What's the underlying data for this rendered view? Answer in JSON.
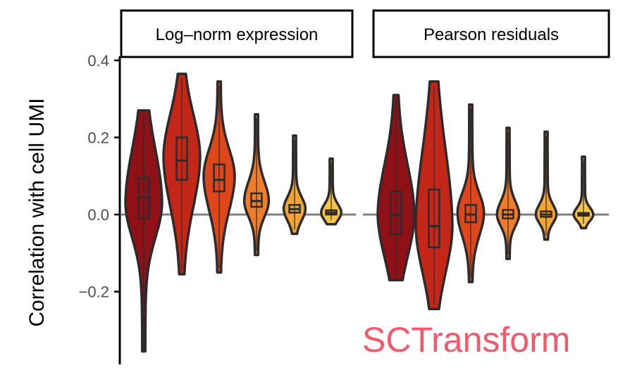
{
  "chart_data": {
    "type": "violin",
    "ylabel": "Correlation with cell UMI",
    "ylim": [
      -0.36,
      0.42
    ],
    "yticks": [
      {
        "value": 0.4,
        "label": "0.4"
      },
      {
        "value": 0.2,
        "label": "0.2"
      },
      {
        "value": 0.0,
        "label": "0.0"
      },
      {
        "value": -0.2,
        "label": "−0.2"
      }
    ],
    "reference_line": 0.0,
    "panels": [
      {
        "label": "Log–norm expression",
        "violins": [
          {
            "min": -0.355,
            "q1": -0.01,
            "median": 0.045,
            "q3": 0.095,
            "max": 0.27,
            "max_density_at": 0.03,
            "color": "#8f1117"
          },
          {
            "min": -0.155,
            "q1": 0.09,
            "median": 0.14,
            "q3": 0.2,
            "max": 0.365,
            "max_density_at": 0.15,
            "color": "#c42718"
          },
          {
            "min": -0.15,
            "q1": 0.06,
            "median": 0.09,
            "q3": 0.13,
            "max": 0.345,
            "max_density_at": 0.1,
            "color": "#e0461b"
          },
          {
            "min": -0.105,
            "q1": 0.02,
            "median": 0.035,
            "q3": 0.055,
            "max": 0.26,
            "max_density_at": 0.035,
            "color": "#f17d2b"
          },
          {
            "min": -0.05,
            "q1": 0.005,
            "median": 0.014,
            "q3": 0.025,
            "max": 0.205,
            "max_density_at": 0.015,
            "color": "#f4a433"
          },
          {
            "min": -0.025,
            "q1": 0.0,
            "median": 0.005,
            "q3": 0.011,
            "max": 0.145,
            "max_density_at": 0.005,
            "color": "#f8c34a"
          }
        ]
      },
      {
        "label": "Pearson residuals",
        "violins": [
          {
            "min": -0.17,
            "q1": -0.05,
            "median": 0.0,
            "q3": 0.06,
            "max": 0.31,
            "max_density_at": 0.0,
            "color": "#8f1117"
          },
          {
            "min": -0.245,
            "q1": -0.085,
            "median": -0.03,
            "q3": 0.065,
            "max": 0.345,
            "max_density_at": -0.03,
            "color": "#c42718"
          },
          {
            "min": -0.175,
            "q1": -0.02,
            "median": 0.0,
            "q3": 0.025,
            "max": 0.285,
            "max_density_at": 0.005,
            "color": "#e0461b"
          },
          {
            "min": -0.115,
            "q1": -0.01,
            "median": 0.0,
            "q3": 0.012,
            "max": 0.225,
            "max_density_at": 0.0,
            "color": "#f17d2b"
          },
          {
            "min": -0.065,
            "q1": -0.006,
            "median": 0.0,
            "q3": 0.008,
            "max": 0.215,
            "max_density_at": 0.0,
            "color": "#f4a433"
          },
          {
            "min": -0.035,
            "q1": -0.003,
            "median": 0.0,
            "q3": 0.004,
            "max": 0.15,
            "max_density_at": 0.0,
            "color": "#f8c34a"
          }
        ]
      }
    ]
  },
  "annotation": {
    "text": "SCTransform",
    "color": "#f25a6c"
  }
}
